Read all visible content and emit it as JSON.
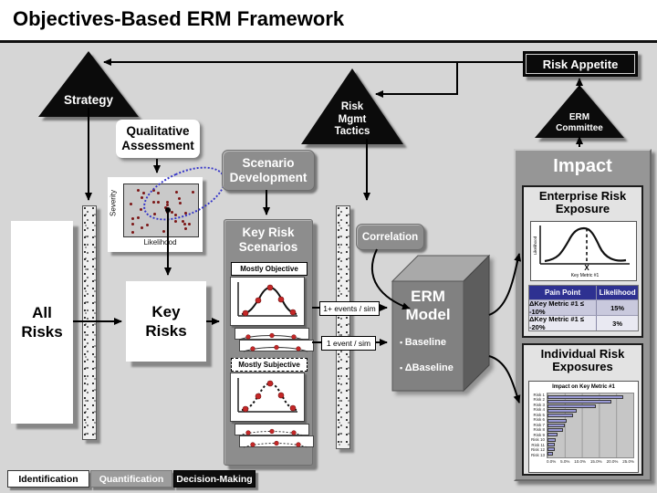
{
  "title": "Objectives-Based ERM Framework",
  "nodes": {
    "strategy": "Strategy",
    "risk_mgmt_tactics": "Risk\nMgmt\nTactics",
    "erm_committee": "ERM\nCommittee",
    "risk_appetite": "Risk Appetite",
    "qualitative_assessment": "Qualitative\nAssessment",
    "scenario_development": "Scenario\nDevelopment",
    "correlation": "Correlation",
    "all_risks": "All\nRisks",
    "key_risks": "Key\nRisks",
    "key_risk_scenarios": "Key Risk\nScenarios",
    "mostly_objective": "Mostly Objective",
    "mostly_subjective": "Mostly Subjective",
    "erm_model": "ERM\nModel",
    "erm_bullets": [
      "Baseline",
      "ΔBaseline"
    ],
    "impact": "Impact"
  },
  "assessment_plot": {
    "ylabel": "Severity",
    "xlabel": "Likelihood",
    "dot_color": "#7c1616",
    "ellipse_color": "#3434c8"
  },
  "flow_labels": {
    "one_plus_events": "1+ events / sim",
    "one_event": "1 event / sim"
  },
  "enterprise": {
    "title": "Enterprise Risk\nExposure",
    "chart": {
      "ylabel": "Likelihood",
      "xlabel": "Key Metric #1"
    },
    "table": {
      "headers": [
        "Pain Point",
        "Likelihood"
      ],
      "rows": [
        [
          "ΔKey Metric #1 ≤ -10%",
          "15%"
        ],
        [
          "ΔKey Metric #1 ≤ -20%",
          "3%"
        ]
      ],
      "header_color": "#2e3191"
    }
  },
  "individual": {
    "title": "Individual Risk\nExposures",
    "chart_data": {
      "type": "bar",
      "orientation": "horizontal",
      "title": "Impact on Key Metric #1",
      "categories": [
        "Risk 1",
        "Risk 2",
        "Risk 3",
        "Risk 4",
        "Risk 5",
        "Risk 6",
        "Risk 7",
        "Risk 8",
        "Risk 9",
        "Risk 10",
        "Risk 11",
        "Risk 12",
        "Risk 13"
      ],
      "values": [
        22.0,
        18.5,
        14.0,
        8.5,
        7.5,
        5.5,
        5.0,
        4.5,
        3.0,
        2.5,
        2.0,
        2.0,
        1.5
      ],
      "xlim": [
        0,
        25
      ],
      "xticks": [
        "0.0%",
        "5.0%",
        "10.0%",
        "15.0%",
        "20.0%",
        "25.0%"
      ],
      "bar_color": "#9a9ad6",
      "grid": true,
      "legend": false
    }
  },
  "tabs": [
    {
      "label": "Identification"
    },
    {
      "label": "Quantification"
    },
    {
      "label": "Decision-Making"
    }
  ]
}
